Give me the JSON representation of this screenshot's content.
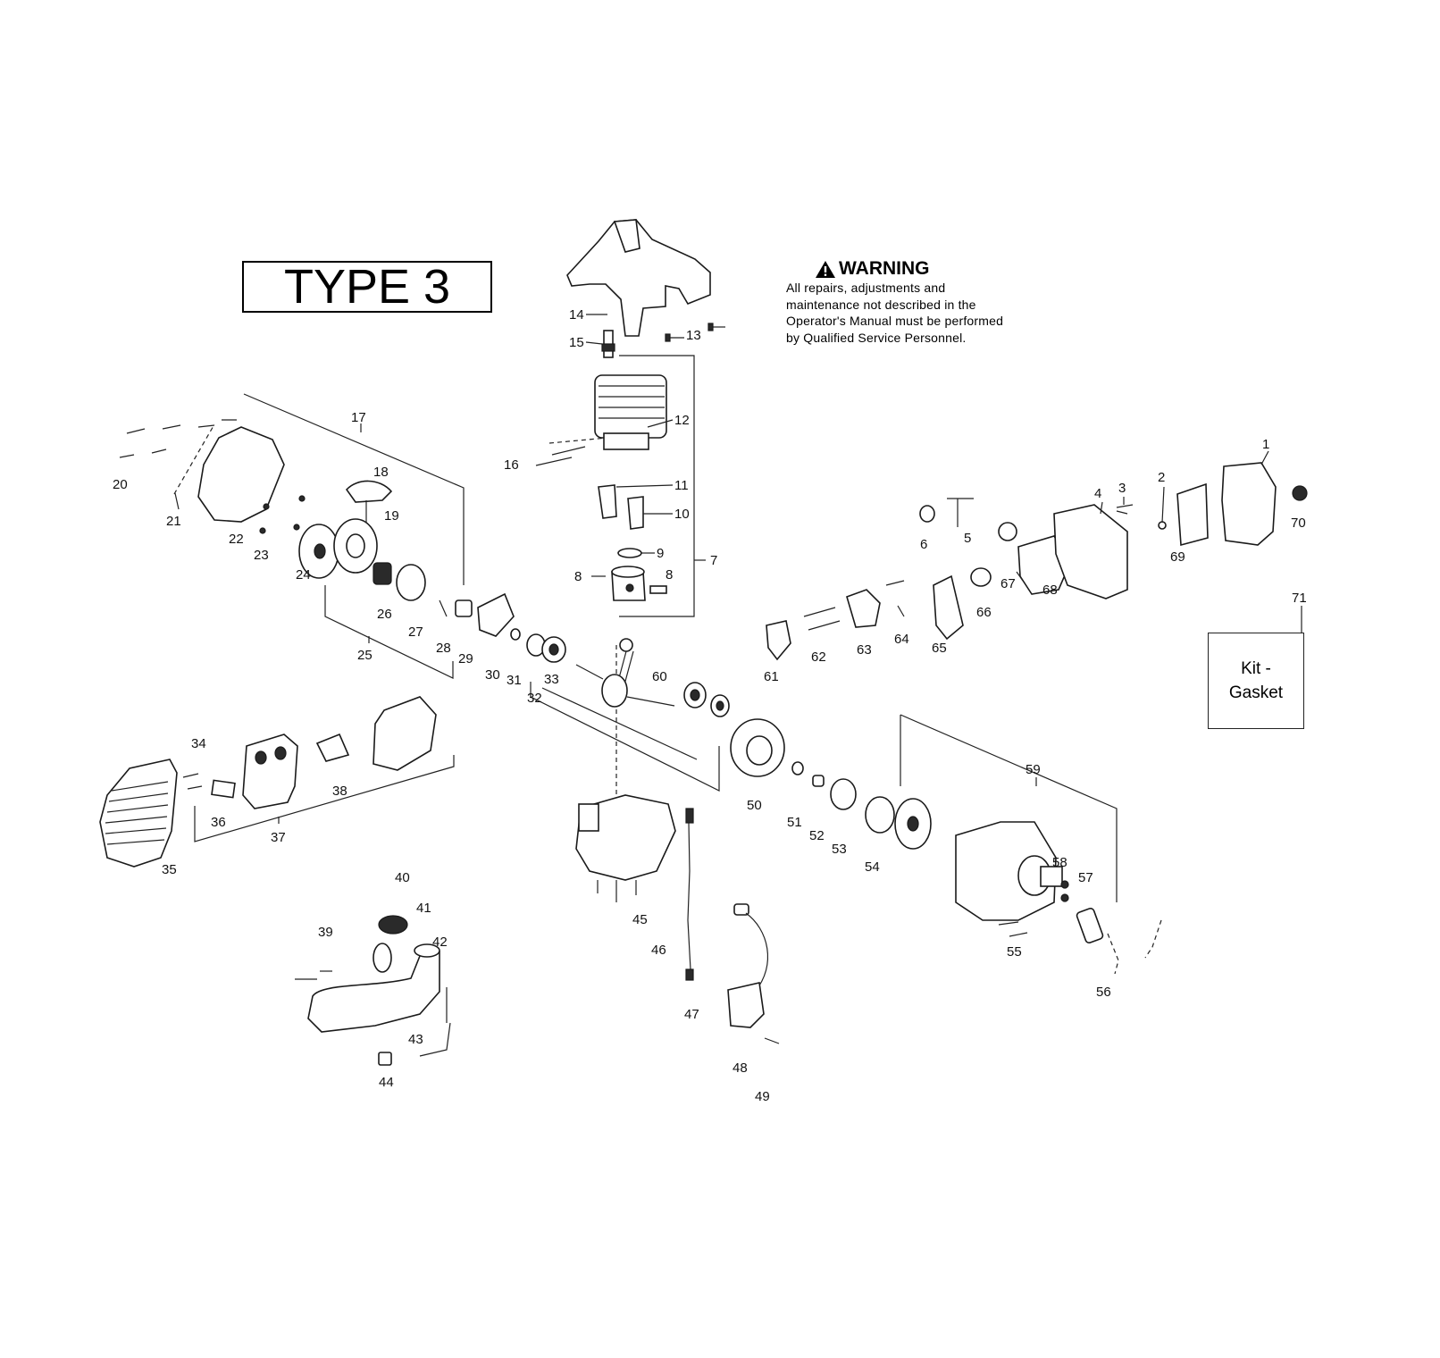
{
  "type_label": "TYPE 3",
  "warning": {
    "heading": "WARNING",
    "icon": "warning-triangle-icon",
    "body": "All repairs, adjustments and maintenance not described in the Operator's Manual must be performed by Qualified Service Personnel."
  },
  "kit_label": "Kit -\nGasket",
  "callouts": [
    "1",
    "2",
    "3",
    "4",
    "5",
    "6",
    "7",
    "8",
    "8",
    "9",
    "10",
    "11",
    "12",
    "13",
    "14",
    "15",
    "16",
    "17",
    "18",
    "19",
    "20",
    "21",
    "22",
    "23",
    "24",
    "25",
    "26",
    "27",
    "28",
    "29",
    "30",
    "31",
    "32",
    "33",
    "34",
    "35",
    "36",
    "37",
    "38",
    "39",
    "40",
    "41",
    "42",
    "43",
    "44",
    "45",
    "46",
    "47",
    "48",
    "49",
    "50",
    "51",
    "52",
    "53",
    "54",
    "55",
    "56",
    "57",
    "58",
    "59",
    "60",
    "61",
    "62",
    "63",
    "64",
    "65",
    "66",
    "67",
    "68",
    "69",
    "70",
    "71"
  ]
}
